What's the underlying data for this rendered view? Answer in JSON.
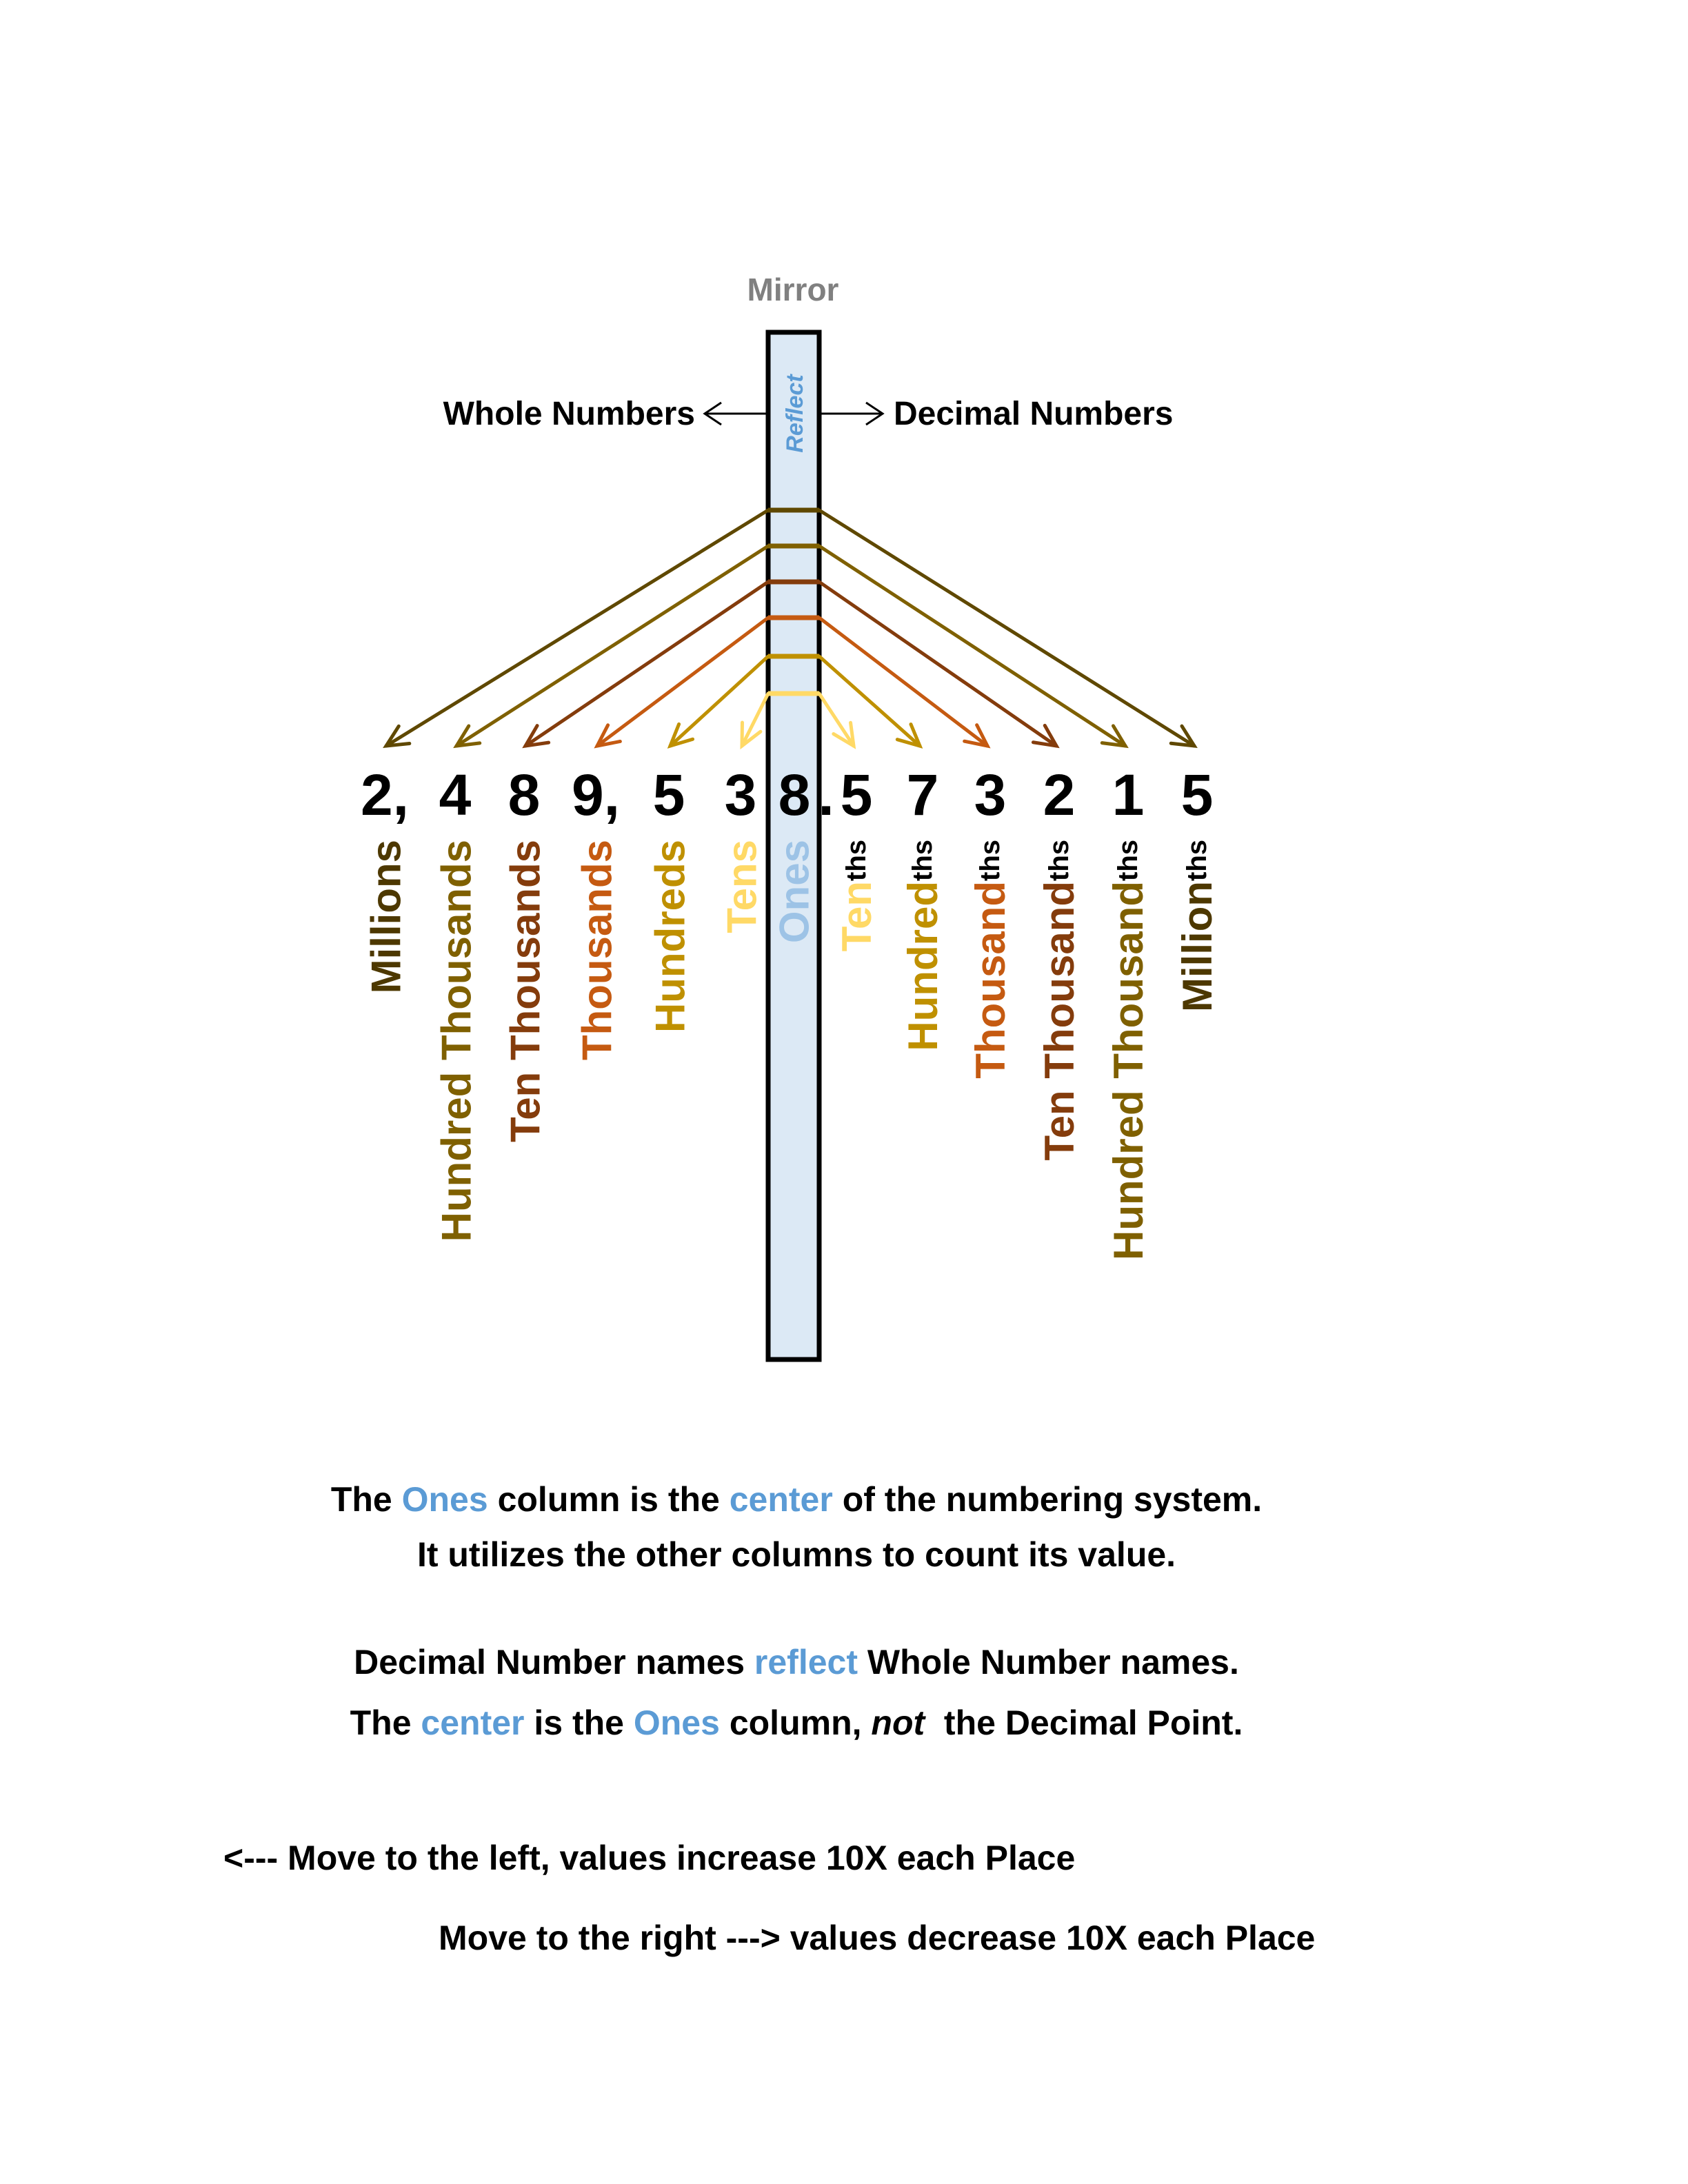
{
  "mirror": {
    "title": "Mirror",
    "reflect_label": "Reflect",
    "fill": "#dce9f5",
    "title_color": "#808080"
  },
  "left_heading": "Whole Numbers",
  "right_heading": "Decimal Numbers",
  "accent_blue": "#5b9bd5",
  "levels": [
    {
      "color": "#5f4800",
      "left": {
        "digit": "2,",
        "label": "Millions"
      },
      "right": {
        "digit": "5",
        "label": "Million",
        "suffix": "ths"
      }
    },
    {
      "color": "#7f6000",
      "left": {
        "digit": "4",
        "label": "Hundred Thousands"
      },
      "right": {
        "digit": "1",
        "label": "Hundred Thousand",
        "suffix": "ths"
      }
    },
    {
      "color": "#843c0c",
      "left": {
        "digit": "8",
        "label": "Ten Thousands"
      },
      "right": {
        "digit": "2",
        "label": "Ten Thousand",
        "suffix": "ths"
      }
    },
    {
      "color": "#c55a11",
      "left": {
        "digit": "9,",
        "label": "Thousands"
      },
      "right": {
        "digit": "3",
        "label": "Thousand",
        "suffix": "ths"
      }
    },
    {
      "color": "#bf9000",
      "left": {
        "digit": "5",
        "label": "Hundreds"
      },
      "right": {
        "digit": "7",
        "label": "Hundred",
        "suffix": "ths"
      }
    },
    {
      "color": "#ffd966",
      "left": {
        "digit": "3",
        "label": "Tens"
      },
      "right": {
        "digit": "5",
        "label": "Ten",
        "suffix": "ths"
      }
    }
  ],
  "ones": {
    "digit": "8",
    "label": "Ones",
    "color": "#9dc3e6"
  },
  "decimal_point": ".",
  "notes": {
    "line1": {
      "a": "The ",
      "b": "Ones",
      "c": " column is the ",
      "d": "center",
      "e": " of the numbering system."
    },
    "line2": "It utilizes the other columns to count its value.",
    "line3": {
      "a": "Decimal Number names ",
      "b": "reflect",
      "c": " Whole Number names."
    },
    "line4": {
      "a": "The ",
      "b": "center",
      "c": " is the ",
      "d": "Ones",
      "e": " column, ",
      "f": "not",
      "g": "  the Decimal Point."
    },
    "line5": "<--- Move to the left, values increase 10X each Place",
    "line6": "Move to the right ---> values decrease 10X each Place"
  }
}
